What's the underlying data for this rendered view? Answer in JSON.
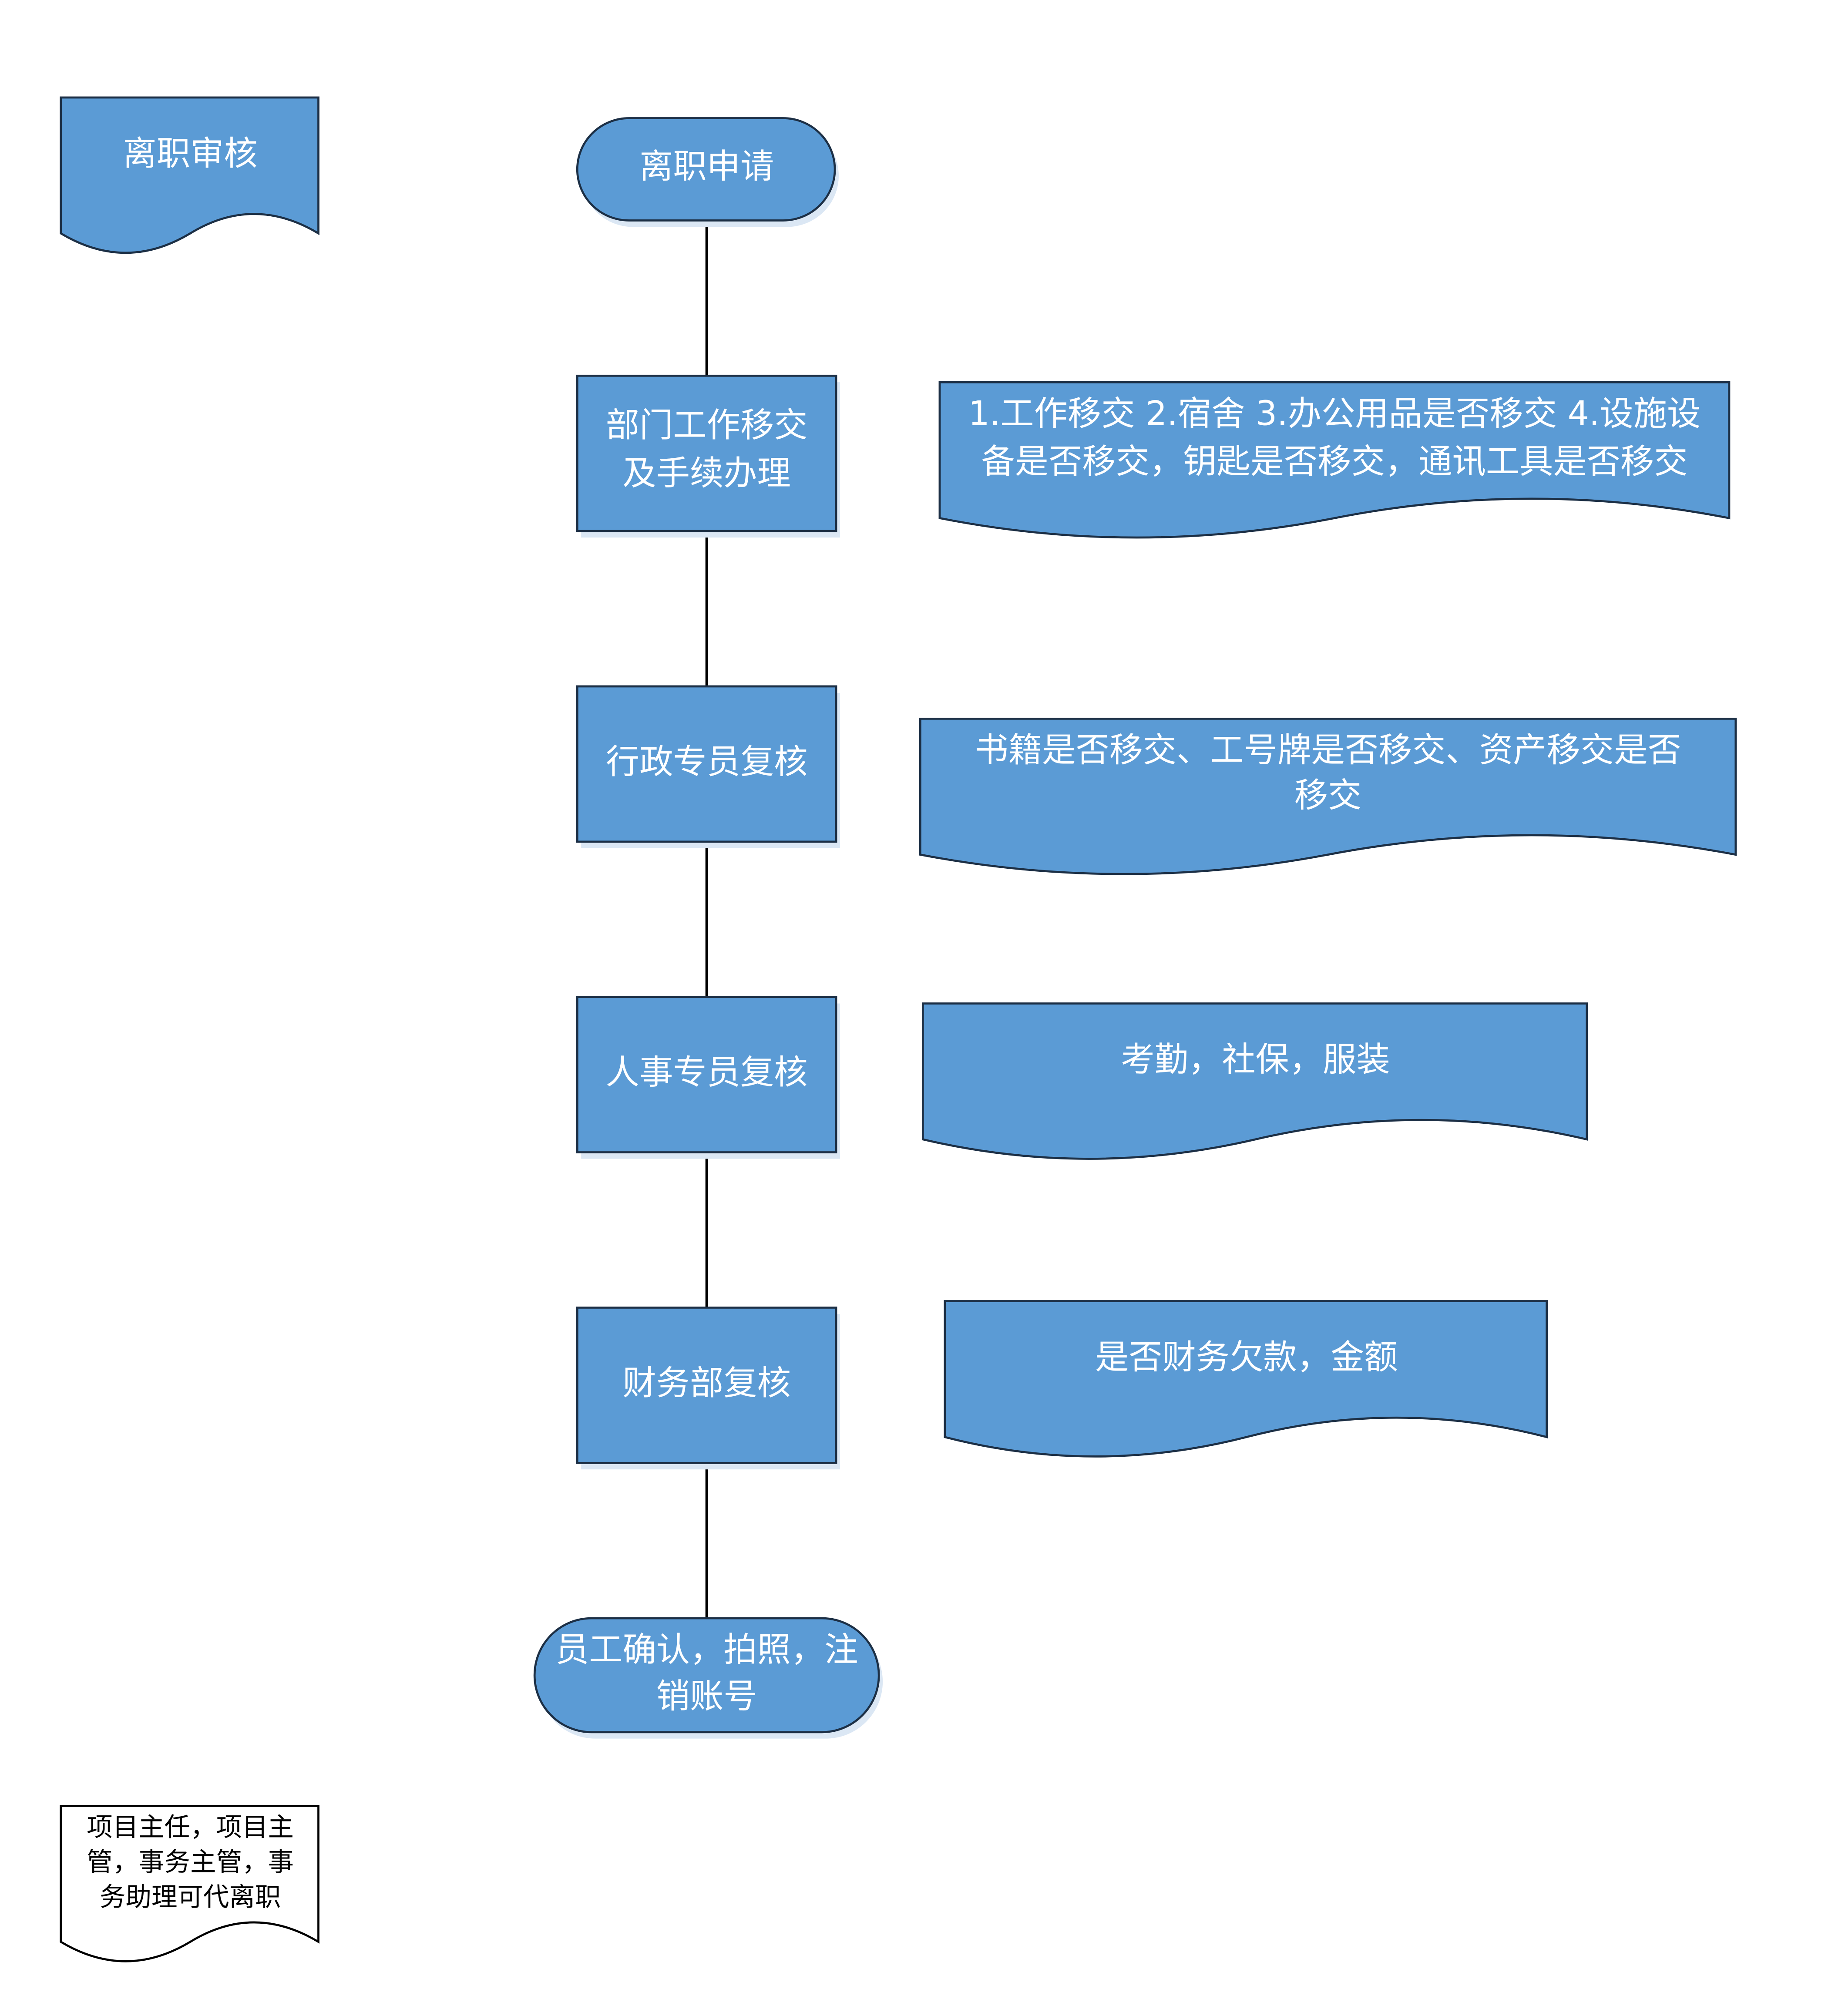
{
  "colors": {
    "shape_fill": "#5b9bd5",
    "outline": "#1c2f45"
  },
  "legend_title": "离职审核",
  "steps": {
    "start": "离职申请",
    "dept": [
      "部门工作移交",
      "及手续办理"
    ],
    "admin": "行政专员复核",
    "hr": "人事专员复核",
    "finance": "财务部复核",
    "end": [
      "员工确认，拍照，注",
      "销账号"
    ]
  },
  "notes": {
    "dept": [
      "1.工作移交 2.宿舍 3.办公用品是否移交 4.设施设",
      "备是否移交，钥匙是否移交，通讯工具是否移交"
    ],
    "admin": [
      "书籍是否移交、工号牌是否移交、资产移交是否",
      "移交"
    ],
    "hr": "考勤，社保，服装",
    "finance": "是否财务欠款，金额",
    "proxy": [
      "项目主任，项目主",
      "管，事务主管，事",
      "务助理可代离职"
    ]
  }
}
